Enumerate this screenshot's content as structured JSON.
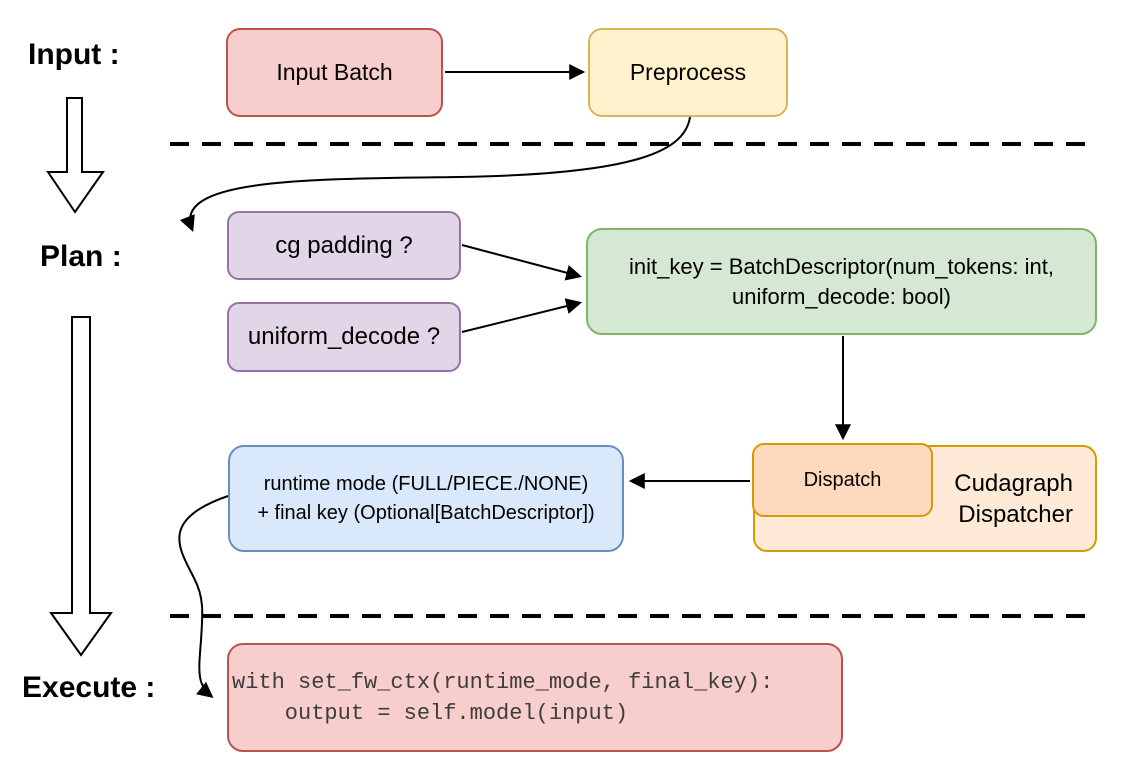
{
  "stage_labels": {
    "input": "Input :",
    "plan": "Plan :",
    "execute": "Execute :"
  },
  "nodes": {
    "input_batch": "Input Batch",
    "preprocess": "Preprocess",
    "cg_padding": "cg padding ?",
    "uniform_decode": "uniform_decode ?",
    "init_key_line1": "init_key = BatchDescriptor(num_tokens: int,",
    "init_key_line2": "uniform_decode: bool)",
    "runtime_line1": "runtime mode (FULL/PIECE./NONE)",
    "runtime_line2": "+ final key (Optional[BatchDescriptor])",
    "dispatch": "Dispatch",
    "dispatcher_line1": "Cudagraph",
    "dispatcher_line2": "Dispatcher",
    "code_line1": "with set_fw_ctx(runtime_mode, final_key):",
    "code_line2": "    output = self.model(input)"
  },
  "colors": {
    "pink_fill": "#f8cecc",
    "pink_stroke": "#b85450",
    "yellow_fill": "#fff2cc",
    "yellow_stroke": "#d6b656",
    "purple_fill": "#e1d5e7",
    "purple_stroke": "#9673a6",
    "green_fill": "#d5e8d4",
    "green_stroke": "#82b366",
    "blue_fill": "#dae8fc",
    "blue_stroke": "#6c8ebf",
    "orange_outer_fill": "#ffead7",
    "orange_inner_fill": "#ffd9be",
    "orange_stroke": "#d79b00",
    "connector_color": "#000000",
    "code_text_color": "#3d3d3d"
  }
}
